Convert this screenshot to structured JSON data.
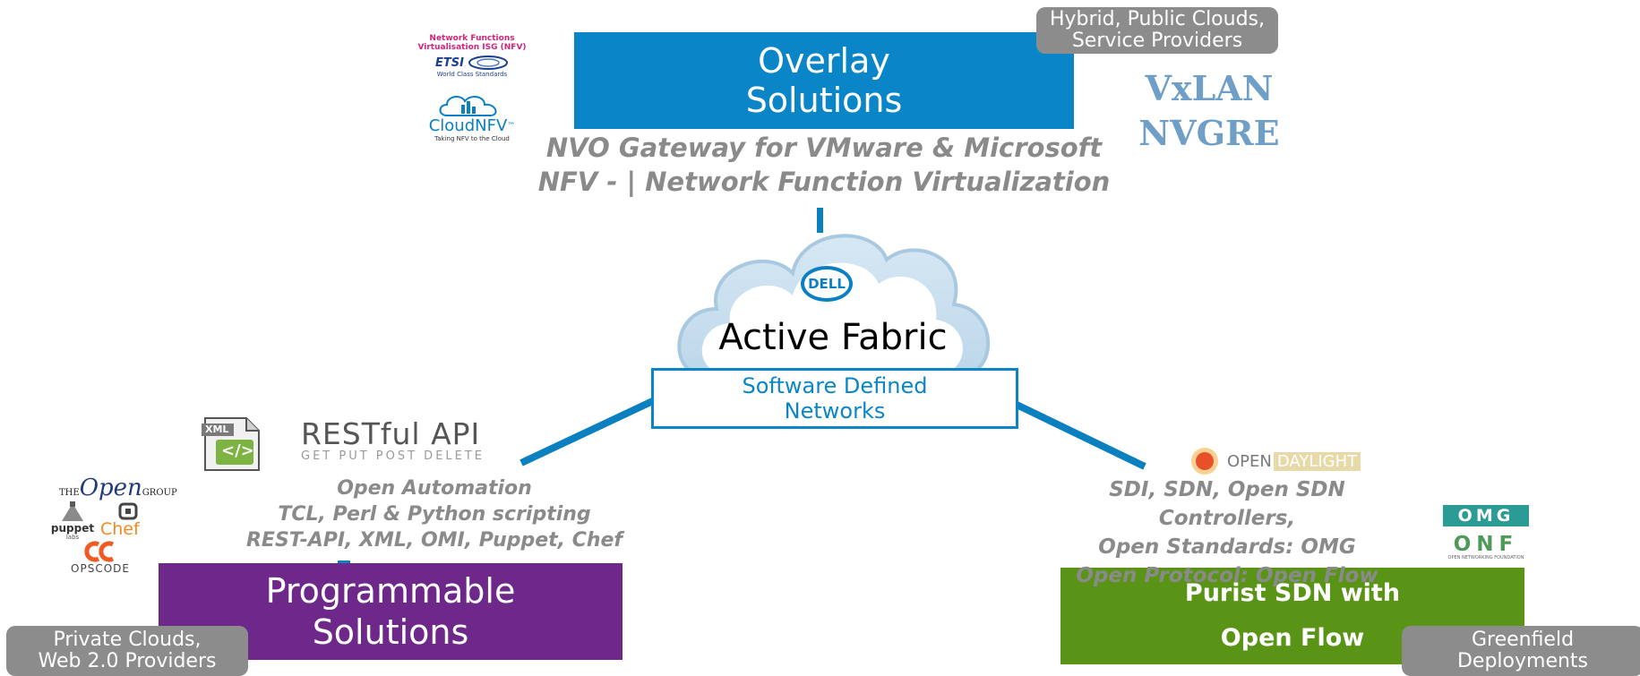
{
  "hub": {
    "title": "Active Fabric",
    "brand": "DELL",
    "sdn_label": "Software Defined Networks",
    "sdn_line1": "Software Defined",
    "sdn_line2": "Networks"
  },
  "overlay": {
    "title_line1": "Overlay",
    "title_line2": "Solutions",
    "desc_line1": "NVO Gateway for VMware & Microsoft",
    "desc_line2": "NFV - | Network Function Virtualization",
    "tag_line1": "Hybrid, Public Clouds,",
    "tag_line2": "Service Providers",
    "protocols": [
      "VxLAN",
      "NVGRE"
    ],
    "logos": {
      "nfv_line1": "Network Functions",
      "nfv_line2": "Virtualisation ISG (NFV)",
      "etsi": "ETSI",
      "etsi_sub": "World Class Standards",
      "cloudnfv_a": "Cloud",
      "cloudnfv_b": "NFV",
      "cloudnfv_tm": "™",
      "cloudnfv_sub": "Taking NFV to the Cloud"
    }
  },
  "programmable": {
    "title_line1": "Programmable",
    "title_line2": "Solutions",
    "desc_line1": "Open Automation",
    "desc_line2": "TCL, Perl & Python scripting",
    "desc_line3": "REST-API, XML, OMI, Puppet, Chef",
    "tag_line1": "Private Clouds,",
    "tag_line2": "Web 2.0 Providers",
    "logos": {
      "restful": "RESTful API",
      "restful_sub": "GET  PUT  POST  DELETE",
      "xml": "XML",
      "xml_code": "</>",
      "opengroup_the": "THE",
      "opengroup_open": "Open",
      "opengroup_group": "GROUP",
      "puppet": "puppet",
      "puppet_sub": "labs",
      "chef": "Chef",
      "opscode": "OPSCODE"
    }
  },
  "purist": {
    "title_line1": "Purist SDN with",
    "title_line2": "Open Flow",
    "desc_line1": "SDI, SDN, Open SDN Controllers,",
    "desc_line2": "Open Standards: OMG",
    "desc_line3": "Open Protocol: Open Flow",
    "tag_line1": "Greenfield",
    "tag_line2": "Deployments",
    "logos": {
      "odl_a": "OPEN",
      "odl_b": "DAYLIGHT",
      "omg": "OMG",
      "onf": "ONF",
      "onf_sub": "OPEN NETWORKING FOUNDATION"
    }
  },
  "colors": {
    "overlay_blue": "#0a86c8",
    "purple": "#6e2889",
    "green": "#5a9417",
    "tag_gray": "#8c8c8c",
    "protocol_blue": "#6f9fc6",
    "connector": "#0a80c0"
  }
}
